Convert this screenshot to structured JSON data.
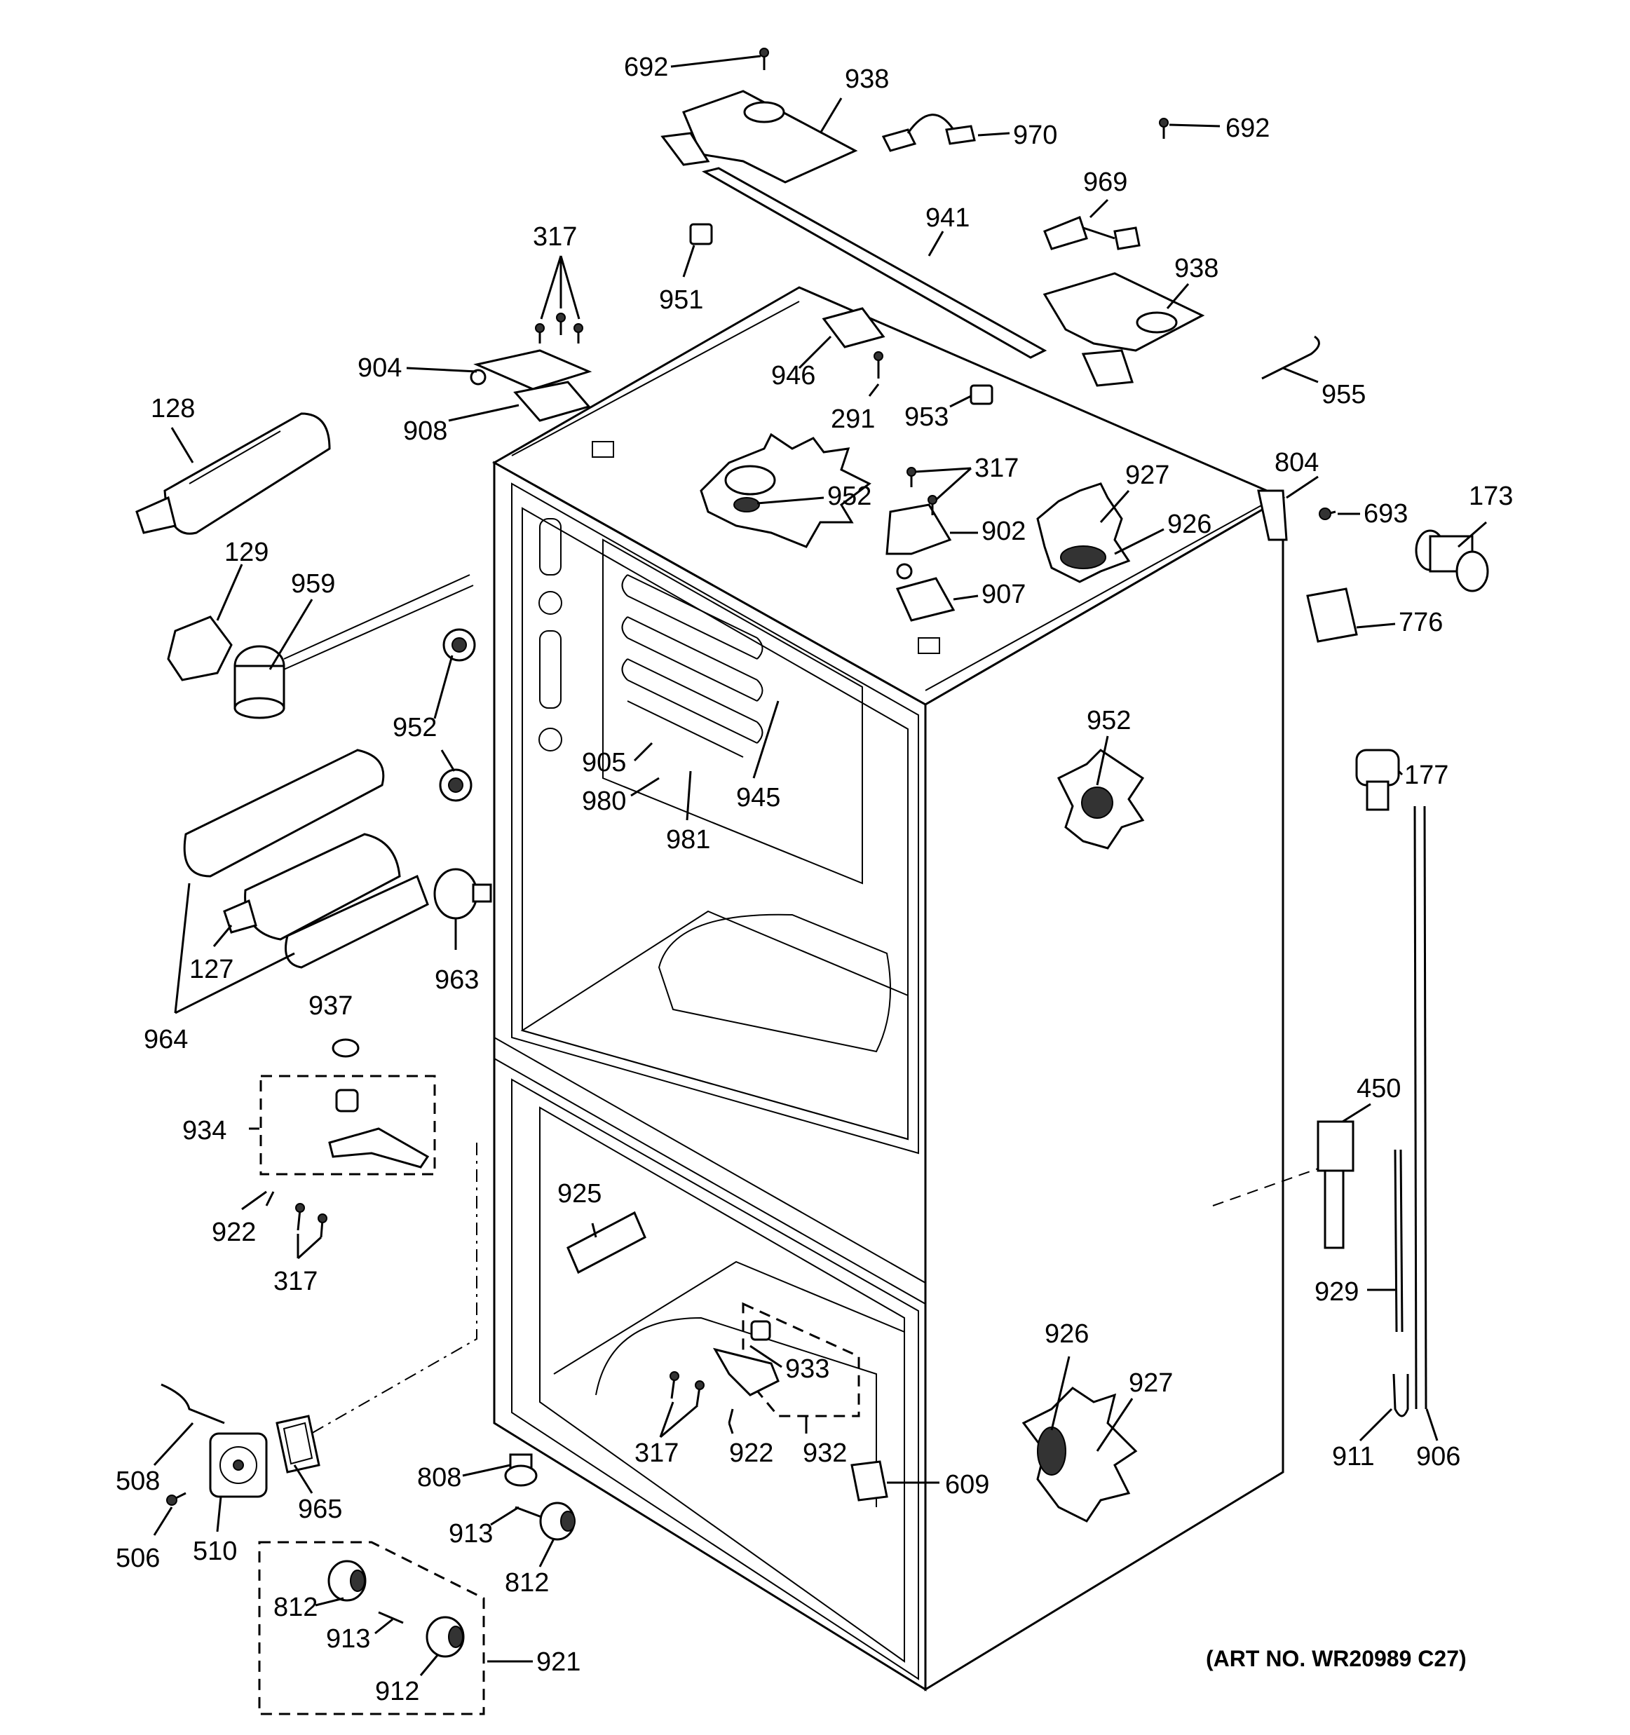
{
  "art_number": "(ART NO. WR20989 C27)",
  "callouts": [
    {
      "id": "c692a",
      "text": "692"
    },
    {
      "id": "c938a",
      "text": "938"
    },
    {
      "id": "c970",
      "text": "970"
    },
    {
      "id": "c692b",
      "text": "692"
    },
    {
      "id": "c969",
      "text": "969"
    },
    {
      "id": "c941",
      "text": "941"
    },
    {
      "id": "c938b",
      "text": "938"
    },
    {
      "id": "c317a",
      "text": "317"
    },
    {
      "id": "c951",
      "text": "951"
    },
    {
      "id": "c904",
      "text": "904"
    },
    {
      "id": "c946",
      "text": "946"
    },
    {
      "id": "c291",
      "text": "291"
    },
    {
      "id": "c953",
      "text": "953"
    },
    {
      "id": "c955",
      "text": "955"
    },
    {
      "id": "c908",
      "text": "908"
    },
    {
      "id": "c128",
      "text": "128"
    },
    {
      "id": "c317b",
      "text": "317"
    },
    {
      "id": "c952a",
      "text": "952"
    },
    {
      "id": "c927a",
      "text": "927"
    },
    {
      "id": "c804",
      "text": "804"
    },
    {
      "id": "c693",
      "text": "693"
    },
    {
      "id": "c173",
      "text": "173"
    },
    {
      "id": "c926a",
      "text": "926"
    },
    {
      "id": "c902",
      "text": "902"
    },
    {
      "id": "c129",
      "text": "129"
    },
    {
      "id": "c959",
      "text": "959"
    },
    {
      "id": "c907",
      "text": "907"
    },
    {
      "id": "c776",
      "text": "776"
    },
    {
      "id": "c952b",
      "text": "952"
    },
    {
      "id": "c952c",
      "text": "952"
    },
    {
      "id": "c905",
      "text": "905"
    },
    {
      "id": "c177",
      "text": "177"
    },
    {
      "id": "c980",
      "text": "980"
    },
    {
      "id": "c945",
      "text": "945"
    },
    {
      "id": "c981",
      "text": "981"
    },
    {
      "id": "c127",
      "text": "127"
    },
    {
      "id": "c963",
      "text": "963"
    },
    {
      "id": "c937",
      "text": "937"
    },
    {
      "id": "c964",
      "text": "964"
    },
    {
      "id": "c934",
      "text": "934"
    },
    {
      "id": "c450",
      "text": "450"
    },
    {
      "id": "c925",
      "text": "925"
    },
    {
      "id": "c922a",
      "text": "922"
    },
    {
      "id": "c317c",
      "text": "317"
    },
    {
      "id": "c929",
      "text": "929"
    },
    {
      "id": "c926b",
      "text": "926"
    },
    {
      "id": "c933",
      "text": "933"
    },
    {
      "id": "c927b",
      "text": "927"
    },
    {
      "id": "c317d",
      "text": "317"
    },
    {
      "id": "c922b",
      "text": "922"
    },
    {
      "id": "c932",
      "text": "932"
    },
    {
      "id": "c911",
      "text": "911"
    },
    {
      "id": "c906",
      "text": "906"
    },
    {
      "id": "c508",
      "text": "508"
    },
    {
      "id": "c965",
      "text": "965"
    },
    {
      "id": "c808",
      "text": "808"
    },
    {
      "id": "c609",
      "text": "609"
    },
    {
      "id": "c506",
      "text": "506"
    },
    {
      "id": "c510",
      "text": "510"
    },
    {
      "id": "c913a",
      "text": "913"
    },
    {
      "id": "c812a",
      "text": "812"
    },
    {
      "id": "c812b",
      "text": "812"
    },
    {
      "id": "c913b",
      "text": "913"
    },
    {
      "id": "c912",
      "text": "912"
    },
    {
      "id": "c921",
      "text": "921"
    }
  ]
}
